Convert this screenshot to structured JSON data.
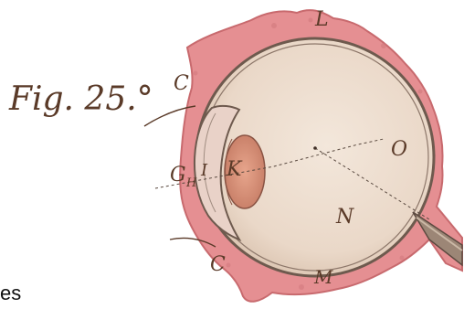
{
  "figure": {
    "caption": "Fig. 25.°",
    "labels": {
      "L": "L",
      "C_top": "C",
      "C_bottom": "C",
      "G": "G",
      "H": "H",
      "I": "I",
      "K": "K",
      "O": "O",
      "N": "N",
      "M": "M"
    },
    "edge_fragment": "es"
  },
  "colors": {
    "tissue": "#e58f92",
    "tissue_dark": "#c86a6e",
    "globe_fill": "#efe0d2",
    "globe_ring": "#6e5a4e",
    "ink": "#5a3a28",
    "lens": "#d9957f"
  }
}
